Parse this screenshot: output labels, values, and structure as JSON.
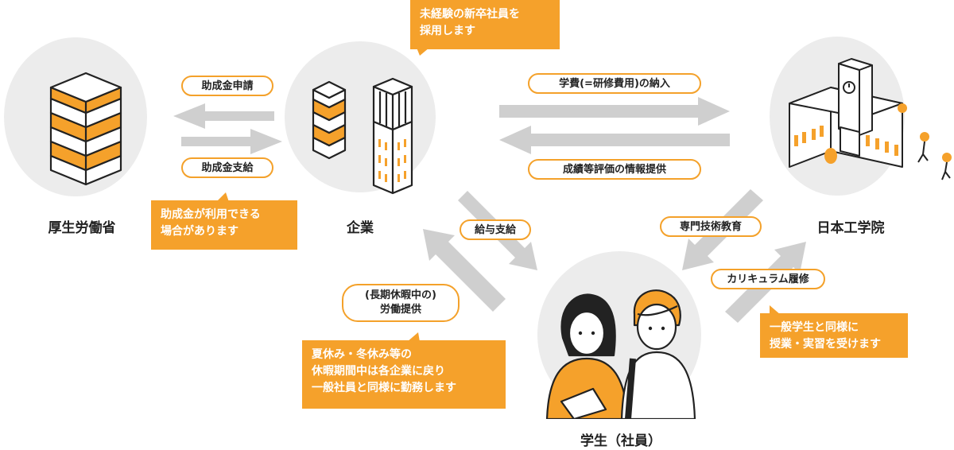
{
  "nodes": {
    "mhlw": "厚生労働省",
    "company": "企業",
    "school": "日本工学院",
    "student": "学生（社員）"
  },
  "edges": {
    "subsidy_apply": "助成金申請",
    "subsidy_pay": "助成金支給",
    "tuition": "学費(=研修費用)の納入",
    "grades_info": "成績等評価の情報提供",
    "salary": "給与支給",
    "specialized_edu": "専門技術教育",
    "curriculum": "カリキュラム履修",
    "labor_line1": "(長期休暇中の)",
    "labor_line2": "労働提供"
  },
  "notes": {
    "company_top": [
      "未経験の新卒社員を",
      "採用します"
    ],
    "subsidy_note": [
      "助成金が利用できる",
      "場合があります"
    ],
    "vacation_note": [
      "夏休み・冬休み等の",
      "休暇期間中は各企業に戻り",
      "一般社員と同様に勤務します"
    ],
    "study_note": [
      "一般学生と同様に",
      "授業・実習を受けます"
    ]
  },
  "colors": {
    "accent": "#f5a12b",
    "arrow": "#cfcfcf",
    "circle": "#ececec"
  }
}
